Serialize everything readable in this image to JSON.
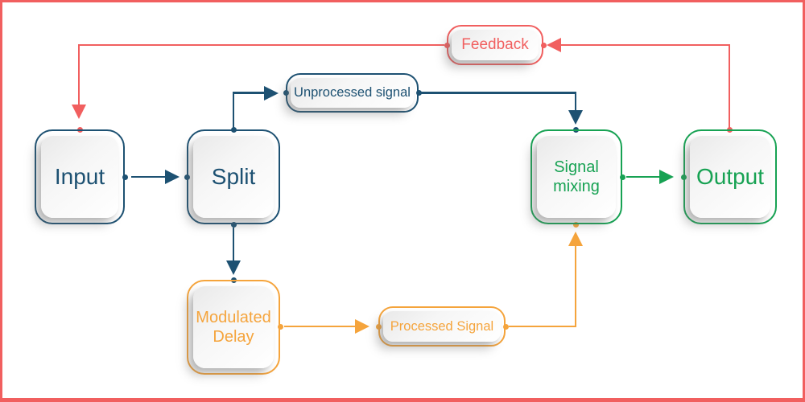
{
  "diagram": {
    "nodes": {
      "input": {
        "label": "Input",
        "color": "#1d5172",
        "shape": "box"
      },
      "split": {
        "label": "Split",
        "color": "#1d5172",
        "shape": "box"
      },
      "unprocessed_signal": {
        "label": "Unprocessed signal",
        "color": "#1d5172",
        "shape": "pill"
      },
      "feedback": {
        "label": "Feedback",
        "color": "#f15f5f",
        "shape": "pill"
      },
      "signal_mixing": {
        "label": "Signal mixing",
        "color": "#17a253",
        "shape": "box"
      },
      "output": {
        "label": "Output",
        "color": "#17a253",
        "shape": "box"
      },
      "modulated_delay": {
        "label": "Modulated Delay",
        "color": "#f5a43c",
        "shape": "box"
      },
      "processed_signal": {
        "label": "Processed Signal",
        "color": "#f5a43c",
        "shape": "pill"
      }
    },
    "edges": [
      {
        "from": "input",
        "to": "split",
        "color": "#1d5172"
      },
      {
        "from": "split",
        "to": "unprocessed_signal",
        "color": "#1d5172"
      },
      {
        "from": "unprocessed_signal",
        "to": "signal_mixing",
        "color": "#1d5172"
      },
      {
        "from": "split",
        "to": "modulated_delay",
        "color": "#1d5172"
      },
      {
        "from": "modulated_delay",
        "to": "processed_signal",
        "color": "#f5a43c"
      },
      {
        "from": "processed_signal",
        "to": "signal_mixing",
        "color": "#f5a43c"
      },
      {
        "from": "signal_mixing",
        "to": "output",
        "color": "#17a253"
      },
      {
        "from": "output",
        "to": "feedback",
        "color": "#f15f5f"
      },
      {
        "from": "feedback",
        "to": "input",
        "color": "#f15f5f"
      }
    ],
    "frame_color": "#f15f5f"
  }
}
